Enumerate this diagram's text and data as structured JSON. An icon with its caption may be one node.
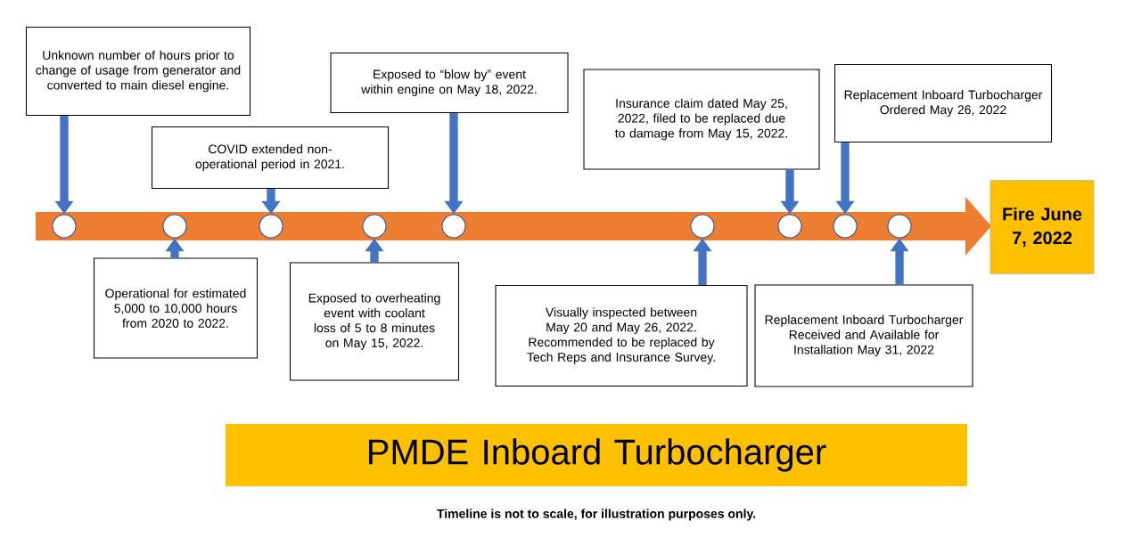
{
  "diagram": {
    "caption": "Timeline is not to scale, for illustration purposes only.",
    "nodes": [
      {
        "text": [
          "Unknown number of hours prior to change of usage from generator and converted to main diesel engine."
        ]
      },
      {
        "text": [
          "Operational for estimated 5,000 to 10,000 hours from 2020 to 2022."
        ]
      },
      {
        "text": [
          "COVID extended non-operational period in 2021."
        ]
      },
      {
        "text": [
          "Exposed to overheating event with coolant loss of 5 to 8 minutes on May 15, 2022."
        ]
      },
      {
        "text": [
          "Exposed to “blow by” event within engine on May 18, 2022."
        ]
      },
      {
        "text": [
          "Visually inspected between May 20 and May 26, 2022. Recommended to be replaced by Tech Reps and Insurance Survey."
        ]
      },
      {
        "text": [
          "Insurance claim dated May 25, 2022, filed to be replaced due to damage from May 15, 2022."
        ]
      },
      {
        "text": [
          "Replacement Inboard Turbocharger Ordered May 26, 2022"
        ]
      },
      {
        "text": [
          "Replacement Inboard Turbocharger Received and Available for Installation May 31, 2022"
        ]
      },
      {
        "text": [
          "Fire June 7, 2022"
        ]
      },
      {
        "text": [],
        "shape": "circle"
      },
      {
        "text": [],
        "shape": "circle"
      },
      {
        "text": [],
        "shape": "circle"
      },
      {
        "text": [],
        "shape": "circle"
      },
      {
        "text": [],
        "shape": "circle"
      },
      {
        "text": [],
        "shape": "circle"
      },
      {
        "text": [],
        "shape": "circle"
      },
      {
        "text": [],
        "shape": "circle"
      },
      {
        "text": [],
        "shape": "circle"
      },
      {
        "text": [
          "PMDE Inboard Turbocharger"
        ]
      }
    ],
    "edges": [
      {
        "from": 0,
        "to": 10,
        "arrow": "to"
      },
      {
        "from": 1,
        "to": 11,
        "arrow": "to"
      },
      {
        "from": 2,
        "to": 12,
        "arrow": "to"
      },
      {
        "from": 3,
        "to": 13,
        "arrow": "to"
      },
      {
        "from": 4,
        "to": 14,
        "arrow": "to"
      },
      {
        "from": 5,
        "to": 15,
        "arrow": "to"
      },
      {
        "from": 6,
        "to": 16,
        "arrow": "to"
      },
      {
        "from": 7,
        "to": 17,
        "arrow": "to"
      },
      {
        "from": 8,
        "to": 18,
        "arrow": "to"
      }
    ]
  }
}
